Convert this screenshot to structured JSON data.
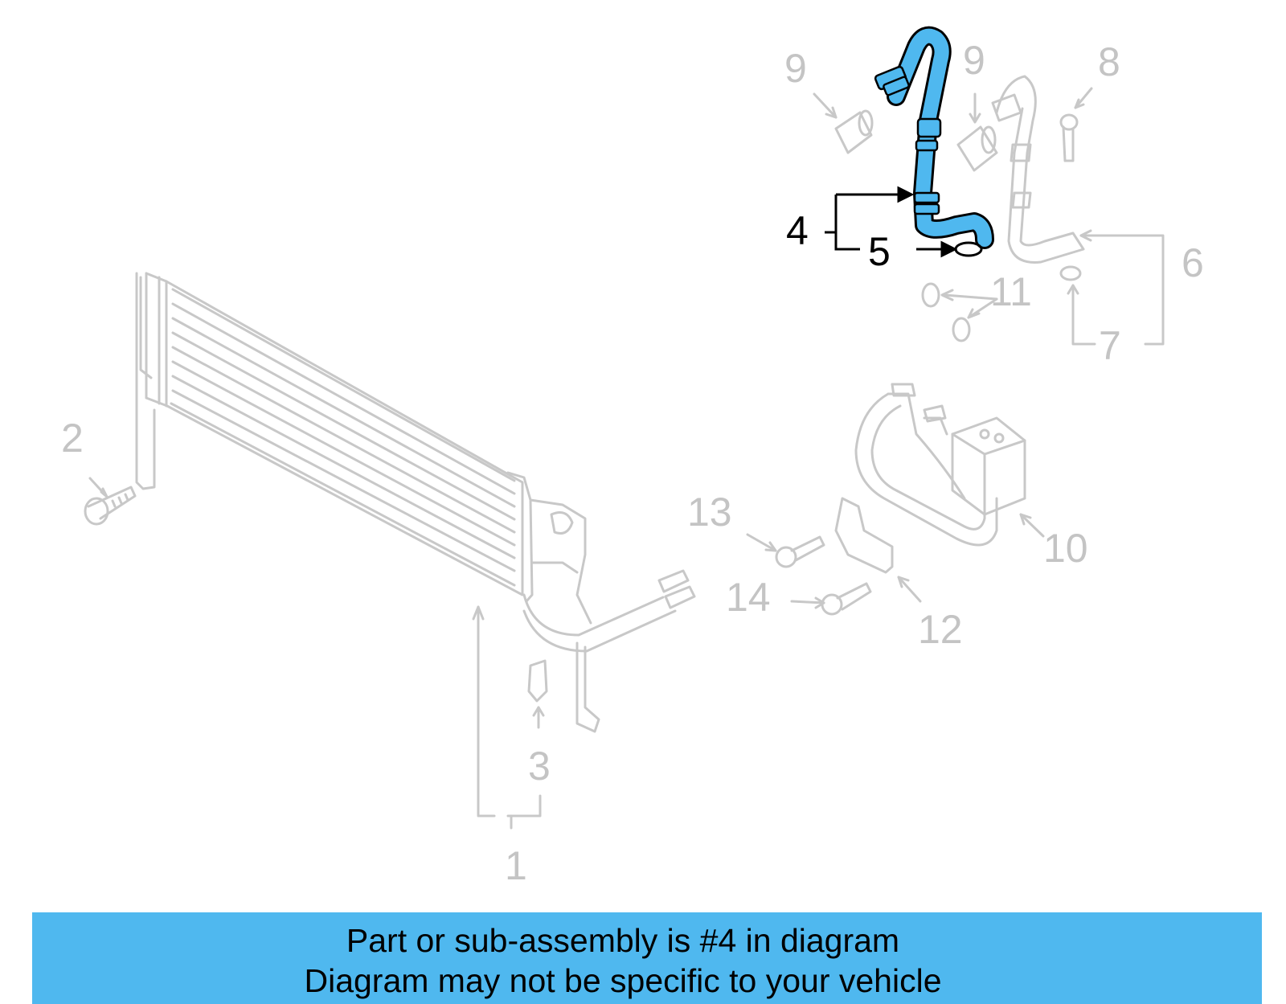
{
  "callouts": [
    {
      "id": "1",
      "text": "1",
      "highlighted": false
    },
    {
      "id": "2",
      "text": "2",
      "highlighted": false
    },
    {
      "id": "3",
      "text": "3",
      "highlighted": false
    },
    {
      "id": "4",
      "text": "4",
      "highlighted": true
    },
    {
      "id": "5",
      "text": "5",
      "highlighted": true
    },
    {
      "id": "6",
      "text": "6",
      "highlighted": false
    },
    {
      "id": "7",
      "text": "7",
      "highlighted": false
    },
    {
      "id": "8",
      "text": "8",
      "highlighted": false
    },
    {
      "id": "9a",
      "text": "9",
      "highlighted": false
    },
    {
      "id": "9b",
      "text": "9",
      "highlighted": false
    },
    {
      "id": "10",
      "text": "10",
      "highlighted": false
    },
    {
      "id": "11",
      "text": "11",
      "highlighted": false
    },
    {
      "id": "12",
      "text": "12",
      "highlighted": false
    },
    {
      "id": "13",
      "text": "13",
      "highlighted": false
    },
    {
      "id": "14",
      "text": "14",
      "highlighted": false
    }
  ],
  "banner": {
    "line1": "Part or sub-assembly is #4 in diagram",
    "line2": "Diagram may not be specific to your vehicle"
  },
  "colors": {
    "highlight_part": "#4fb8ef",
    "banner_bg": "#4fb8ef",
    "ghost_lines": "#c4c4c4",
    "active_lines": "#000000"
  }
}
